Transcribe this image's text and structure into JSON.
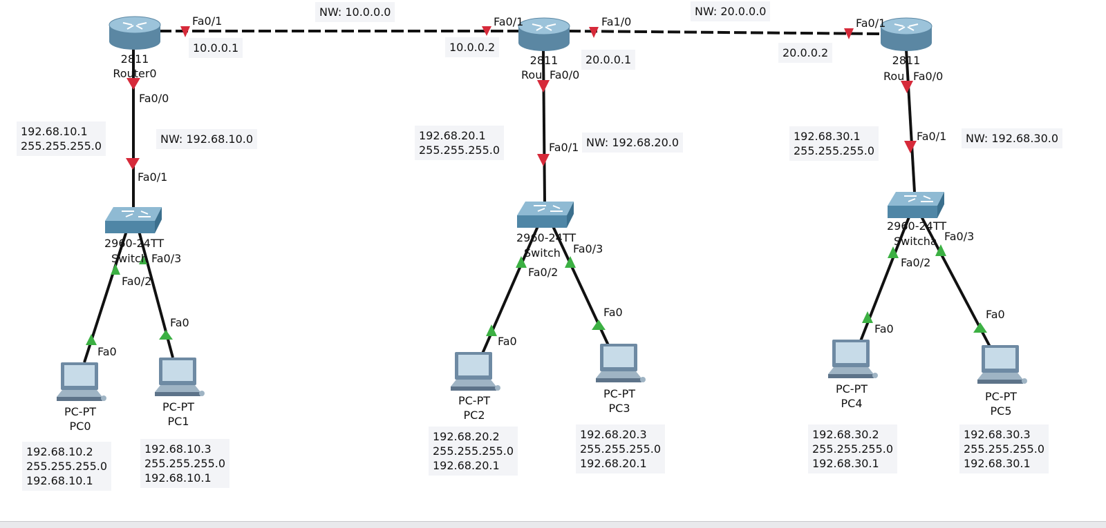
{
  "devices": {
    "router0": {
      "model": "2811",
      "name": "Router0"
    },
    "router1": {
      "model": "2811",
      "name": "Rou"
    },
    "router2": {
      "model": "2811",
      "name": "Rou"
    },
    "switch0": {
      "model": "2960-24TT",
      "name": "Switch"
    },
    "switch1": {
      "model": "2960-24TT",
      "name": "Switch"
    },
    "switch2": {
      "model": "2960-24TT",
      "name": "Switcha"
    },
    "pc0": {
      "model": "PC-PT",
      "name": "PC0"
    },
    "pc1": {
      "model": "PC-PT",
      "name": "PC1"
    },
    "pc2": {
      "model": "PC-PT",
      "name": "PC2"
    },
    "pc3": {
      "model": "PC-PT",
      "name": "PC3"
    },
    "pc4": {
      "model": "PC-PT",
      "name": "PC4"
    },
    "pc5": {
      "model": "PC-PT",
      "name": "PC5"
    }
  },
  "ports": {
    "r0_wan": "Fa0/1",
    "r0_lan": "Fa0/0",
    "sw0_up": "Fa0/1",
    "sw0_p2": "Fa0/2",
    "sw0_p3": "Fa0/3",
    "pc0_nic": "Fa0",
    "pc1_nic": "Fa0",
    "r1_left": "Fa0/1",
    "r1_right": "Fa1/0",
    "r1_lan": "Fa0/0",
    "sw1_up": "Fa0/1",
    "sw1_p2": "Fa0/2",
    "sw1_p3": "Fa0/3",
    "pc2_nic": "Fa0",
    "pc3_nic": "Fa0",
    "r2_wan": "Fa0/1",
    "r2_lan": "Fa0/0",
    "sw2_up": "Fa0/1",
    "sw2_p2": "Fa0/2",
    "sw2_p3": "Fa0/3",
    "pc4_nic": "Fa0",
    "pc5_nic": "Fa0"
  },
  "networks": {
    "wan1": "NW: 10.0.0.0",
    "wan2": "NW: 20.0.0.0",
    "lan1": "NW: 192.68.10.0",
    "lan2": "NW: 192.68.20.0",
    "lan3": "NW: 192.68.30.0"
  },
  "ips": {
    "r0_wan": "10.0.0.1",
    "r1_left": "10.0.0.2",
    "r1_right": "20.0.0.1",
    "r2_wan": "20.0.0.2"
  },
  "addr": {
    "r0_lan": [
      "192.68.10.1",
      "255.255.255.0"
    ],
    "r1_lan": [
      "192.68.20.1",
      "255.255.255.0"
    ],
    "r2_lan": [
      "192.68.30.1",
      "255.255.255.0"
    ],
    "pc0": [
      "192.68.10.2",
      "255.255.255.0",
      "192.68.10.1"
    ],
    "pc1": [
      "192.68.10.3",
      "255.255.255.0",
      "192.68.10.1"
    ],
    "pc2": [
      "192.68.20.2",
      "255.255.255.0",
      "192.68.20.1"
    ],
    "pc3": [
      "192.68.20.3",
      "255.255.255.0",
      "192.68.20.1"
    ],
    "pc4": [
      "192.68.30.2",
      "255.255.255.0",
      "192.68.30.1"
    ],
    "pc5": [
      "192.68.30.3",
      "255.255.255.0",
      "192.68.30.1"
    ]
  },
  "colors": {
    "router_body": "#7fa9c2",
    "switch_body": "#5e95b3",
    "link": "#111111",
    "port_down": "#d62a3a",
    "port_up": "#3cb043"
  }
}
